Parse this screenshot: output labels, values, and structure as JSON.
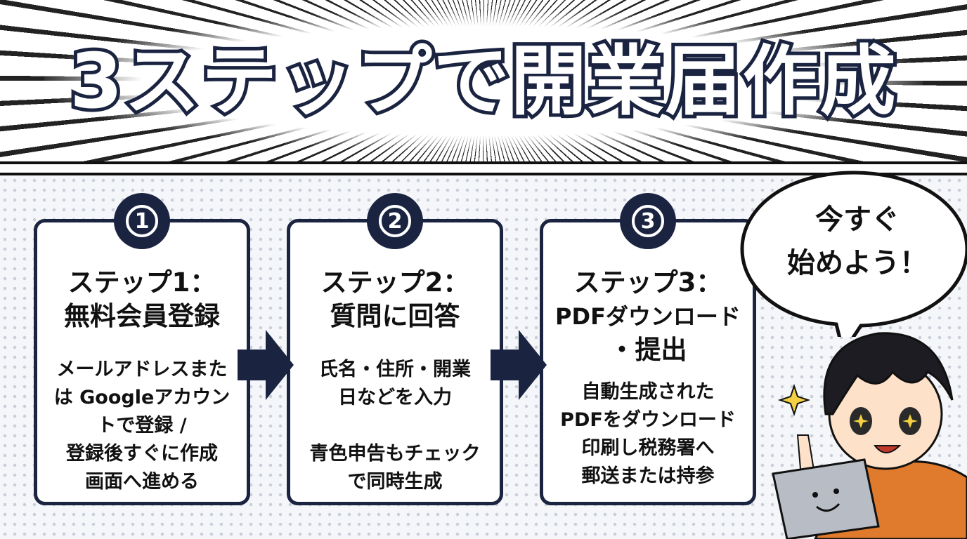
{
  "title": "3ステップで開業届作成",
  "steps": [
    {
      "number": "1",
      "heading": [
        "ステップ1：",
        "無料会員登録"
      ],
      "body": [
        "メールアドレスまた",
        "は Googleアカウン",
        "トで登録 /",
        "登録後すぐに作成",
        "画面へ進める"
      ]
    },
    {
      "number": "2",
      "heading": [
        "ステップ2：",
        "質問に回答"
      ],
      "body": [
        "氏名・住所・開業",
        "日などを入力",
        "",
        "青色申告もチェック",
        "で同時生成"
      ]
    },
    {
      "number": "3",
      "heading": [
        "ステップ3：",
        "PDFダウンロード",
        "・提出"
      ],
      "body": [
        "自動生成された",
        "PDFをダウンロード",
        "印刷し税務署へ",
        "郵送または持参"
      ]
    }
  ],
  "bubble": [
    "今すぐ",
    "始めよう！"
  ],
  "colors": {
    "navy": "#1a2340",
    "hoodie": "#e07a2c"
  }
}
